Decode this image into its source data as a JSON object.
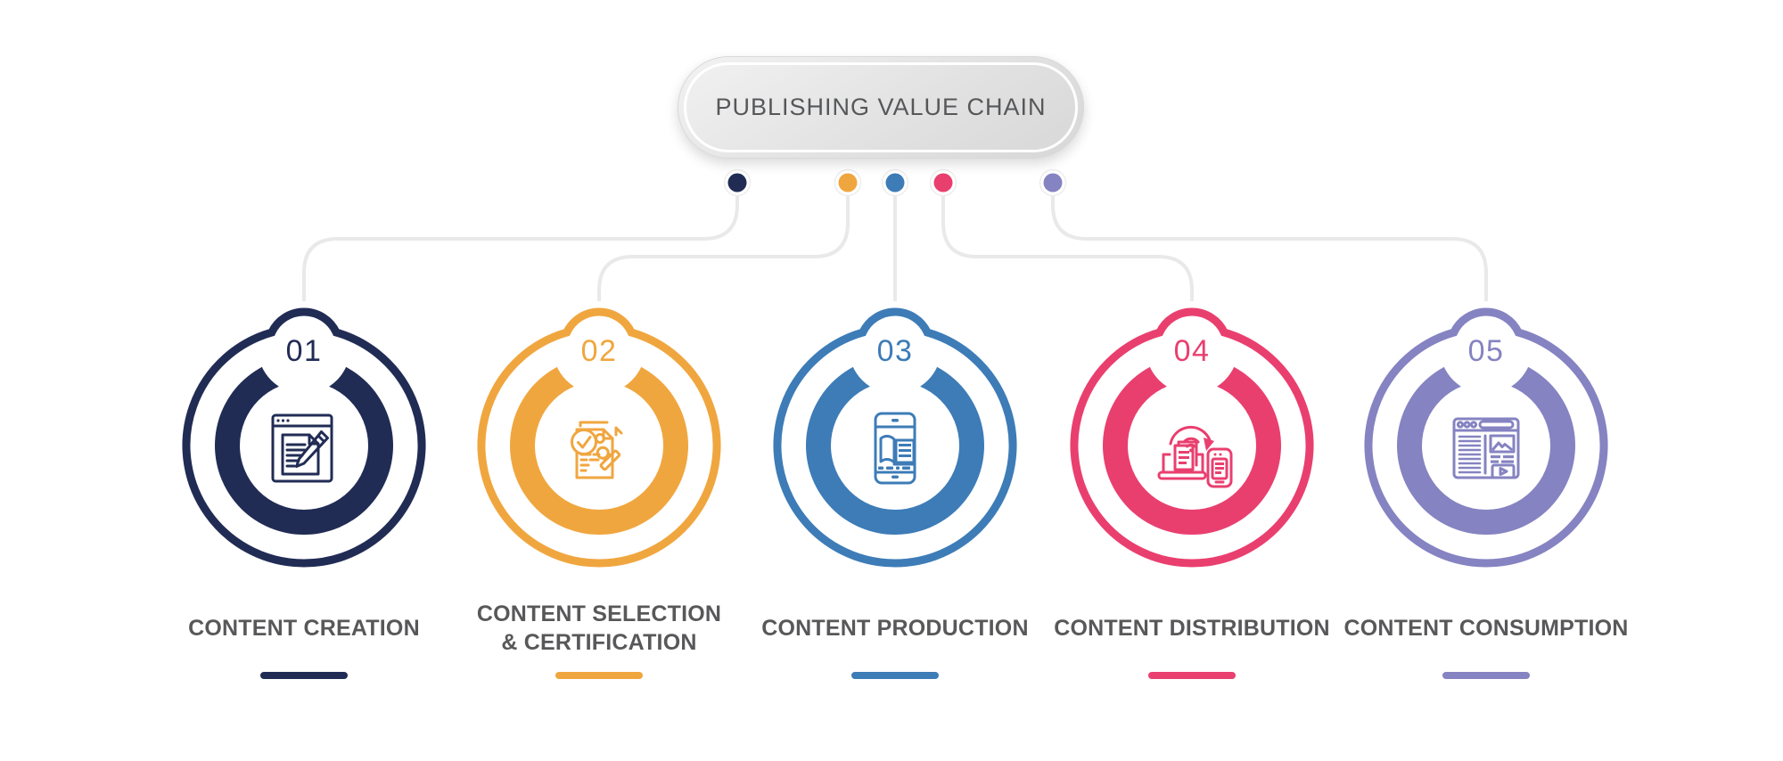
{
  "header": {
    "title": "PUBLISHING VALUE CHAIN"
  },
  "colors": {
    "background": "#ffffff",
    "connector": "#e9e9e9",
    "dot_halo": "#ededed",
    "label_text": "#58585a",
    "pill_text": "#565759",
    "pill_fill_top": "#f2f2f2",
    "pill_fill_bottom": "#d7d7d7",
    "pill_inner_ring": "#ffffff"
  },
  "steps": [
    {
      "number": "01",
      "label_lines": [
        "CONTENT CREATION"
      ],
      "color": "#212c55",
      "icon": "webpage-edit-pencil-icon"
    },
    {
      "number": "02",
      "label_lines": [
        "CONTENT SELECTION",
        "& CERTIFICATION"
      ],
      "color": "#f0a63f",
      "icon": "document-check-stamp-icon"
    },
    {
      "number": "03",
      "label_lines": [
        "CONTENT PRODUCTION"
      ],
      "color": "#3d7cb7",
      "icon": "ebook-reader-icon"
    },
    {
      "number": "04",
      "label_lines": [
        "CONTENT DISTRIBUTION"
      ],
      "color": "#e93f6f",
      "icon": "devices-sync-icon"
    },
    {
      "number": "05",
      "label_lines": [
        "CONTENT CONSUMPTION"
      ],
      "color": "#8583c1",
      "icon": "webpage-media-icon"
    }
  ]
}
